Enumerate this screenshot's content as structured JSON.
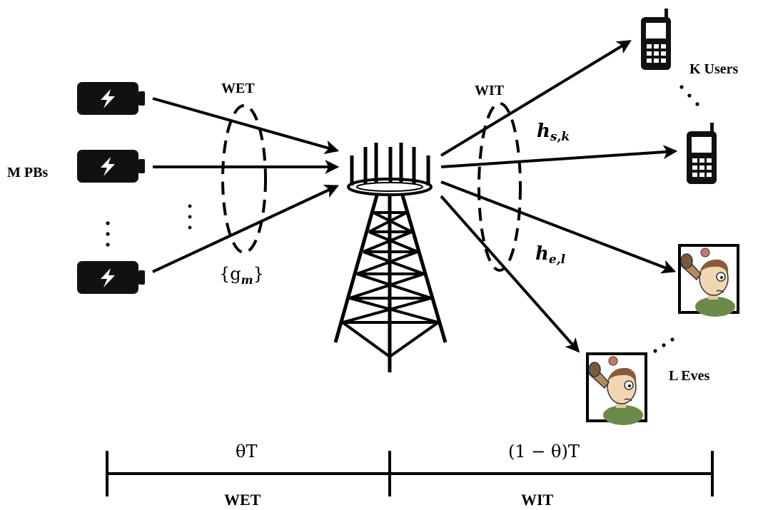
{
  "labels": {
    "power_beacons": "M PBs",
    "users": "K Users",
    "eves": "L Eves",
    "wet_top": "WET",
    "wit_top": "WIT"
  },
  "channels": {
    "g": "{g",
    "g_sub": "m",
    "g_close": "}",
    "hs": "h",
    "hs_sub": "s,k",
    "he": "h",
    "he_sub": "e,l"
  },
  "timeline": {
    "theta_T": "θT",
    "one_minus_theta_T": "(1 − θ)T",
    "phase1": "WET",
    "phase2": "WIT"
  }
}
